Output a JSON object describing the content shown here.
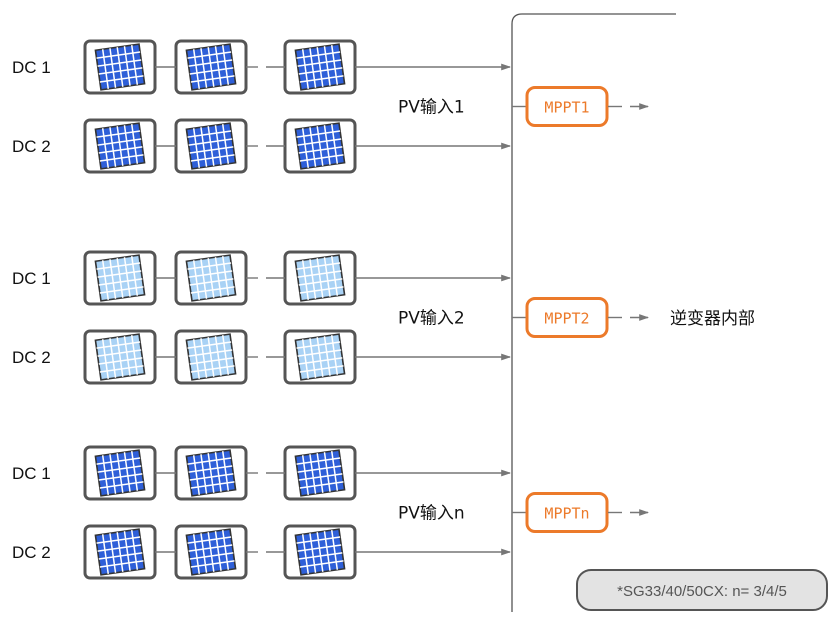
{
  "groups": [
    {
      "pv_label": "PV输入1",
      "mppt_label": "MPPT1",
      "strings": [
        {
          "label": "DC 1"
        },
        {
          "label": "DC 2"
        }
      ],
      "panel_style": "dark"
    },
    {
      "pv_label": "PV输入2",
      "mppt_label": "MPPT2",
      "strings": [
        {
          "label": "DC 1"
        },
        {
          "label": "DC 2"
        }
      ],
      "panel_style": "light"
    },
    {
      "pv_label": "PV输入n",
      "mppt_label": "MPPTn",
      "strings": [
        {
          "label": "DC 1"
        },
        {
          "label": "DC 2"
        }
      ],
      "panel_style": "dark"
    }
  ],
  "inverter_label": "逆变器内部",
  "note": "*SG33/40/50CX: n= 3/4/5",
  "colors": {
    "mppt_border": "#ec7a2a",
    "mppt_text": "#ec7a2a",
    "panel_frame": "#555555",
    "panel_dark": "#2e5fd8",
    "panel_light": "#a9d2f5",
    "wire": "#777777",
    "note_bg": "#e3e3e3"
  }
}
